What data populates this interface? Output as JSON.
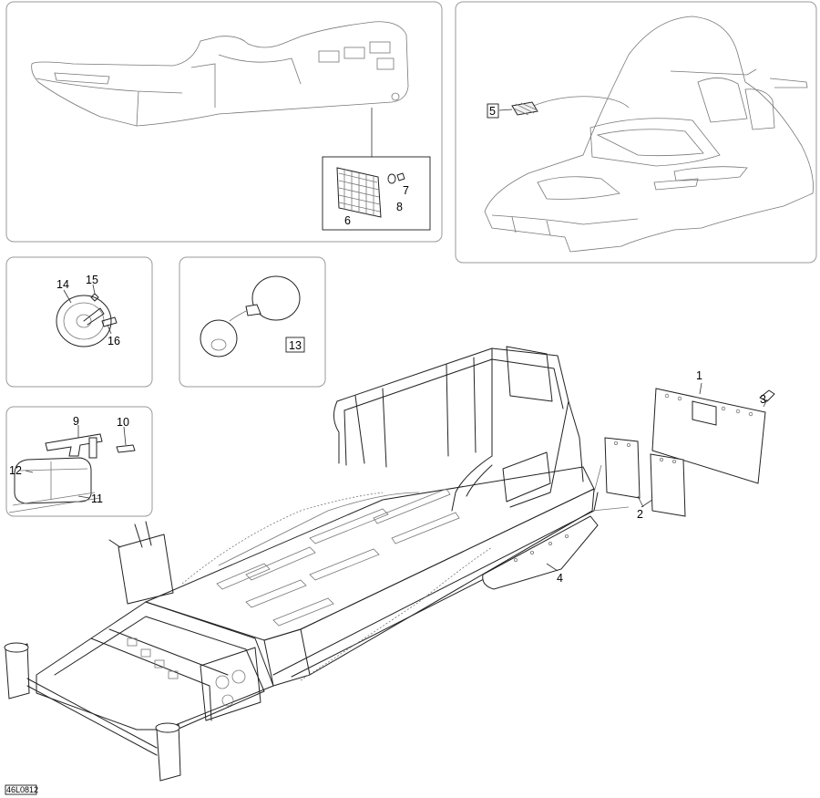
{
  "diagram_code": "46L0812",
  "callouts": [
    {
      "id": "1",
      "label": "1"
    },
    {
      "id": "2",
      "label": "2"
    },
    {
      "id": "3",
      "label": "3"
    },
    {
      "id": "4",
      "label": "4"
    },
    {
      "id": "5",
      "label": "5"
    },
    {
      "id": "6",
      "label": "6"
    },
    {
      "id": "7",
      "label": "7"
    },
    {
      "id": "8",
      "label": "8"
    },
    {
      "id": "9",
      "label": "9"
    },
    {
      "id": "10",
      "label": "10"
    },
    {
      "id": "11",
      "label": "11"
    },
    {
      "id": "12",
      "label": "12"
    },
    {
      "id": "13",
      "label": "13"
    },
    {
      "id": "14",
      "label": "14"
    },
    {
      "id": "15",
      "label": "15"
    },
    {
      "id": "16",
      "label": "16"
    }
  ]
}
